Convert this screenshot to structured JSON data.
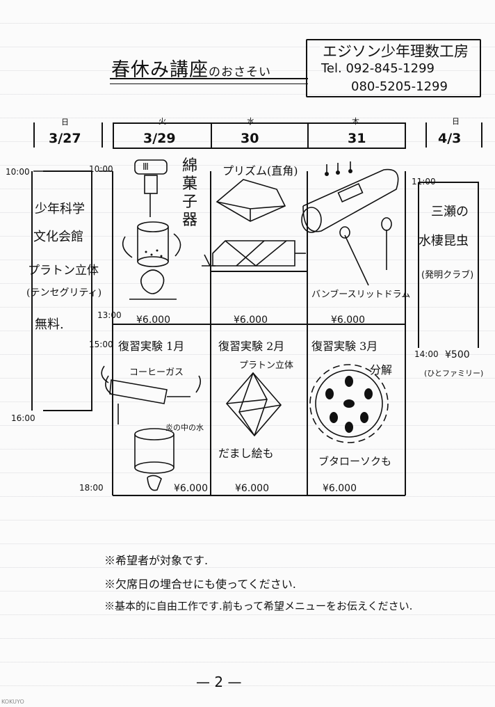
{
  "title": {
    "main": "春休み講座",
    "suffix": "のおさそい"
  },
  "organizer": {
    "name": "エジソン少年理数工房",
    "tel1": "Tel. 092-845-1299",
    "tel2": "080-5205-1299"
  },
  "days": [
    {
      "weekday": "日",
      "date": "3/27"
    },
    {
      "weekday": "火",
      "date": "3/29"
    },
    {
      "weekday": "水",
      "date": "30"
    },
    {
      "weekday": "木",
      "date": "31"
    },
    {
      "weekday": "日",
      "date": "4/3"
    }
  ],
  "times": {
    "t1000a": "10:00",
    "t1000b": "10:00",
    "t1100": "11:00",
    "t1300": "13:00",
    "t1400": "14:00",
    "t1500": "15:00",
    "t1600": "16:00",
    "t1800": "18:00"
  },
  "col_sun327": {
    "line1": "少年科学",
    "line2": "文化会館",
    "line3": "プラトン立体",
    "line4": "(テンセグリティ)",
    "line5": "無料."
  },
  "col_tue_am": {
    "title": "綿菓子器",
    "roman": "Ⅲ",
    "price": "¥6.000"
  },
  "col_wed_am": {
    "title": "プリズム(直角)",
    "price": "¥6.000"
  },
  "col_thu_am": {
    "title": "バンブースリットドラム",
    "price": "¥6.000"
  },
  "col_sun43": {
    "line1": "三瀬の",
    "line2": "水棲昆虫",
    "line3": "(発明クラブ)",
    "price": "¥500",
    "line4": "(ひとファミリー)"
  },
  "col_tue_pm": {
    "title": "復習実験 1月",
    "sub": "コーヒーガス",
    "sub2": "炎の中の水",
    "price": "¥6.000"
  },
  "col_wed_pm": {
    "title": "復習実験 2月",
    "sub": "プラトン立体",
    "sub2": "だまし絵も",
    "price": "¥6.000"
  },
  "col_thu_pm": {
    "title": "復習実験 3月",
    "sub": "分解",
    "sub2": "ブタローソクも",
    "price": "¥6.000"
  },
  "notes": [
    "※希望者が対象です.",
    "※欠席日の埋合せにも使ってください.",
    "※基本的に自由工作です.前もって希望メニューをお伝えください."
  ],
  "page_number": "— 2 —",
  "watermark": "KOKUYO"
}
